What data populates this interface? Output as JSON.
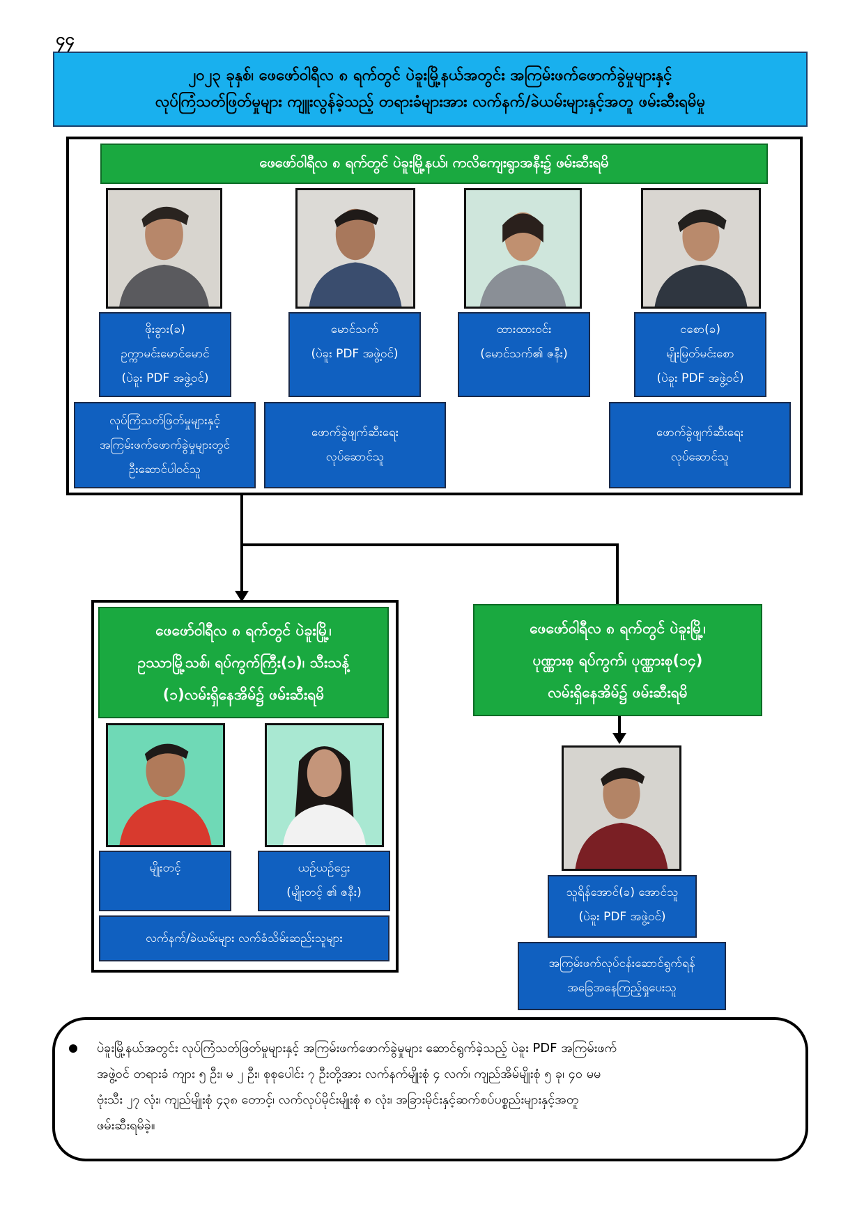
{
  "page_number": "၄၄",
  "title": {
    "line1": "၂၀၂၃ ခုနှစ်၊ ဖေဖော်ဝါရီလ ၈ ရက်တွင် ပဲခူးမြို့နယ်အတွင်း အကြမ်းဖက်ဖောက်ခွဲမှုများနှင့်",
    "line2": "လုပ်ကြံသတ်ဖြတ်မှုများ ကျူးလွန်ခဲ့သည့် တရားခံများအား လက်နက်/ခဲယမ်းများနှင့်အတူ ဖမ်းဆီးရမိမှု"
  },
  "group1": {
    "header": "ဖေဖော်ဝါရီလ ၈ ရက်တွင် ပဲခူးမြို့နယ်၊ ကလိကျေးရွာအနီး၌ ဖမ်းဆီးရမိ",
    "people": [
      {
        "lines": [
          "ဖိုးခွား(ခ)",
          "ဥက္ကာမင်းမောင်မောင်",
          "(ပဲခူး PDF အဖွဲ့ဝင်)"
        ],
        "role": [
          "လုပ်ကြံသတ်ဖြတ်မှုများနှင့်",
          "အကြမ်းဖက်ဖောက်ခွဲမှုများတွင်",
          "ဦးဆောင်ပါဝင်သူ"
        ]
      },
      {
        "lines": [
          "မောင်သက်",
          "(ပဲခူး PDF အဖွဲ့ဝင်)"
        ],
        "role": [
          "ဖောက်ခွဲဖျက်ဆီးရေး",
          "လုပ်ဆောင်သူ"
        ]
      },
      {
        "lines": [
          "ထားထားဝင်း",
          "(မောင်သက်၏ ဇနီး)"
        ]
      },
      {
        "lines": [
          "ငစော(ခ)",
          "မျိုးမြတ်မင်းစော",
          "(ပဲခူး PDF အဖွဲ့ဝင်)"
        ],
        "role": [
          "ဖောက်ခွဲဖျက်ဆီးရေး",
          "လုပ်ဆောင်သူ"
        ]
      }
    ]
  },
  "group2": {
    "header": [
      "ဖေဖော်ဝါရီလ ၈ ရက်တွင် ပဲခူးမြို့၊",
      "ဥဿာမြို့သစ်၊ ရပ်ကွက်ကြီး(၁)၊ သီးသန့်",
      "(၁)လမ်းရှိနေအိမ်၌ ဖမ်းဆီးရမိ"
    ],
    "people": [
      {
        "lines": [
          "မျိုးတင့်"
        ]
      },
      {
        "lines": [
          "ယဉ်ယဉ်ဌေး",
          "(မျိုးတင့် ၏ ဇနီး)"
        ]
      }
    ],
    "role": "လက်နက်/ခဲယမ်းများ လက်ခံသိမ်းဆည်းသူများ"
  },
  "group3": {
    "header": [
      "ဖေဖော်ဝါရီလ ၈ ရက်တွင် ပဲခူးမြို့၊",
      "ပုဏ္ဏားစု ရပ်ကွက်၊ ပုဏ္ဏားစု(၁၄)",
      "လမ်းရှိနေအိမ်၌ ဖမ်းဆီးရမိ"
    ],
    "person": {
      "lines": [
        "သူရိန်အောင်(ခ) အောင်သူ",
        "(ပဲခူး PDF အဖွဲ့ဝင်)"
      ]
    },
    "role": [
      "အကြမ်းဖက်လုပ်ငန်းဆောင်ရွက်ရန်",
      "အခြေအနေကြည့်ရှုပေးသူ"
    ]
  },
  "summary": {
    "lines": [
      "ပဲခူးမြို့နယ်အတွင်း လုပ်ကြံသတ်ဖြတ်မှုများနှင့် အကြမ်းဖက်ဖောက်ခွဲမှုများ ဆောင်ရွက်ခဲ့သည့် ပဲခူး PDF အကြမ်းဖက်",
      "အဖွဲ့ဝင် တရားခံ ကျား ၅ ဦး၊ မ ၂ ဦး၊ စုစုပေါင်း ၇ ဦးတို့အား လက်နက်မျိုးစုံ ၄ လက်၊ ကျည်အိမ်မျိုးစုံ ၅ ခု၊ ၄၀ မမ",
      "ဗုံးသီး ၂၇ လုံး၊ ကျည်မျိုးစုံ ၄၃၈ တောင့်၊ လက်လုပ်မိုင်းမျိုးစုံ ၈ လုံး၊ အခြားမိုင်းနှင့်ဆက်စပ်ပစ္စည်းများနှင့်အတူ",
      "ဖမ်းဆီးရမိခဲ့။"
    ]
  },
  "colors": {
    "title_bg": "#19b0ee",
    "header_green": "#1aa940",
    "label_blue": "#1060c0"
  }
}
